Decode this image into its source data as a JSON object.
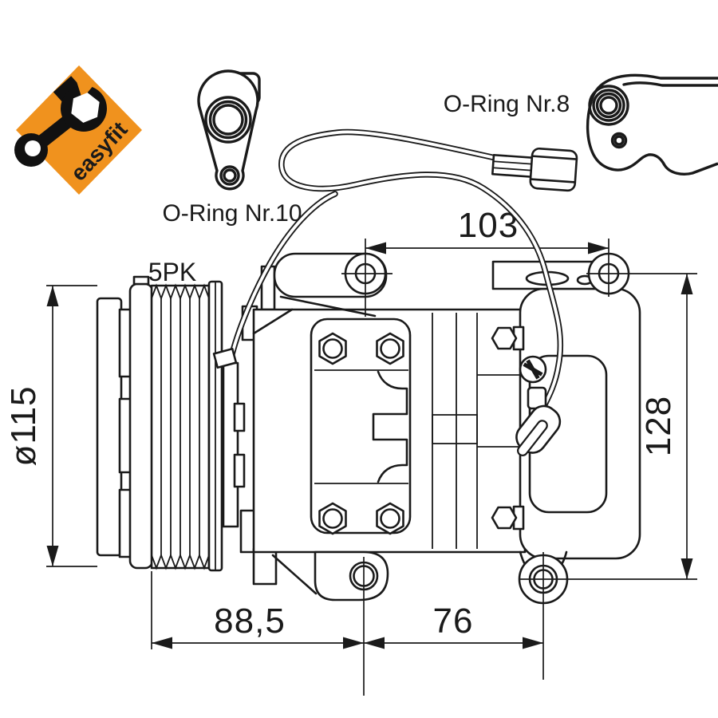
{
  "colors": {
    "background": "#ffffff",
    "line": "#1a1a1a",
    "accent_orange": "#f0921e"
  },
  "logo": {
    "text": "easyfit"
  },
  "labels": {
    "oring_10": "O-Ring Nr.10",
    "oring_8": "O-Ring Nr.8",
    "belt_type": "5PK"
  },
  "dimensions": {
    "top_mount_span": "103",
    "body_height": "128",
    "pulley_to_front_lug": "88,5",
    "bottom_lug_span": "76",
    "pulley_diameter": "ø115"
  }
}
